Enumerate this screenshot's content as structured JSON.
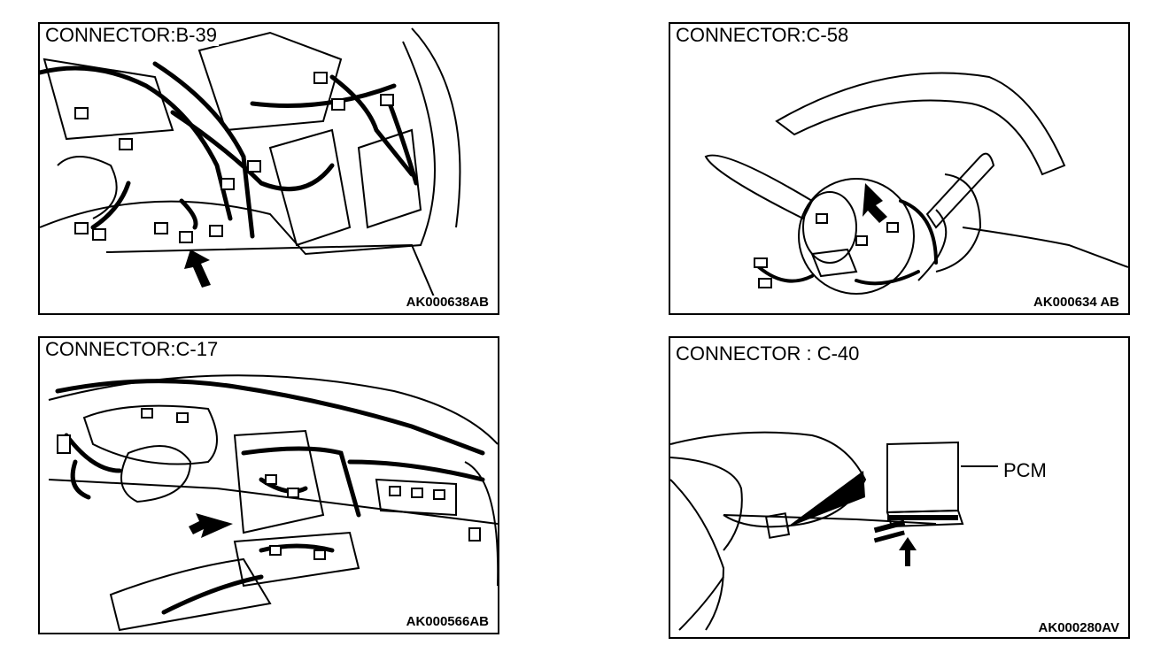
{
  "panels": [
    {
      "title": "CONNECTOR:B-39",
      "code": "AK000638AB"
    },
    {
      "title": "CONNECTOR:C-58",
      "code": "AK000634 AB"
    },
    {
      "title": "CONNECTOR:C-17",
      "code": "AK000566AB"
    },
    {
      "title": "CONNECTOR : C-40",
      "code": "AK000280AV",
      "callout": "PCM"
    }
  ]
}
